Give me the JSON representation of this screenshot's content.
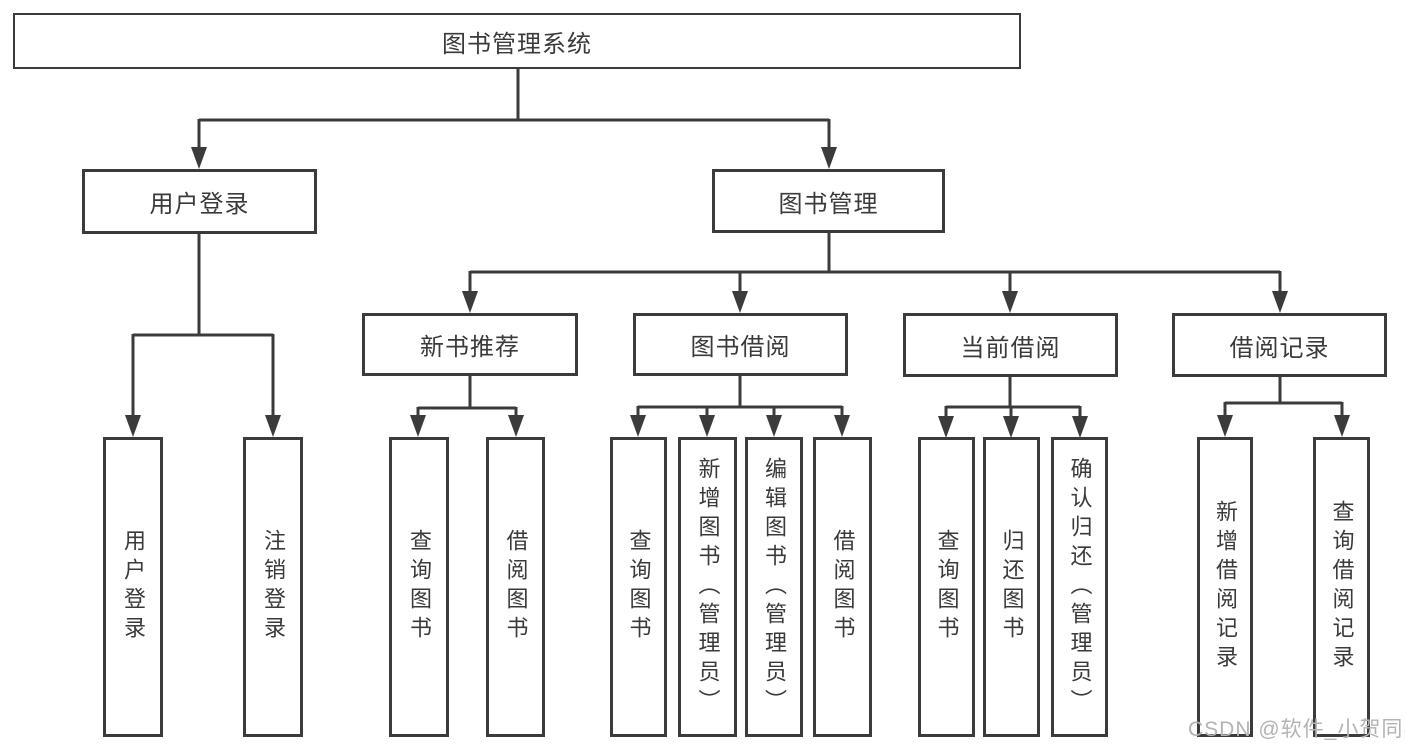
{
  "diagram": {
    "root": {
      "label": "图书管理系统"
    },
    "branches": [
      {
        "label": "用户登录",
        "children": [
          {
            "label": "用户登录"
          },
          {
            "label": "注销登录"
          }
        ]
      },
      {
        "label": "图书管理",
        "sections": [
          {
            "label": "新书推荐",
            "children": [
              {
                "label": "查询图书"
              },
              {
                "label": "借阅图书"
              }
            ]
          },
          {
            "label": "图书借阅",
            "children": [
              {
                "label": "查询图书"
              },
              {
                "label": "新增图书（管理员）"
              },
              {
                "label": "编辑图书（管理员）"
              },
              {
                "label": "借阅图书"
              }
            ]
          },
          {
            "label": "当前借阅",
            "children": [
              {
                "label": "查询图书"
              },
              {
                "label": "归还图书"
              },
              {
                "label": "确认归还（管理员）"
              }
            ]
          },
          {
            "label": "借阅记录",
            "children": [
              {
                "label": "新增借阅记录"
              },
              {
                "label": "查询借阅记录"
              }
            ]
          }
        ]
      }
    ]
  },
  "watermark": {
    "text": "CSDN @软件_小贺同学"
  },
  "colors": {
    "line": "#3b3b3b",
    "border": "#3b3b3b",
    "text": "#3a3a3a",
    "watermark": "#b3b3b3",
    "background": "#ffffff"
  }
}
